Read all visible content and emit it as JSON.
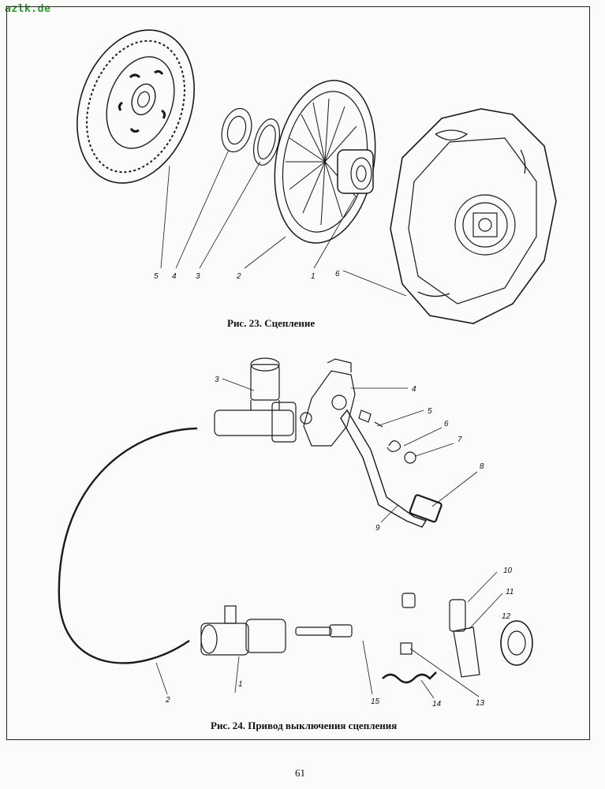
{
  "watermark": "azlk.de",
  "figure23": {
    "caption": "Рис. 23. Сцепление",
    "callouts": [
      "5",
      "4",
      "3",
      "2",
      "1",
      "6"
    ]
  },
  "figure24": {
    "caption": "Рис. 24. Привод выключения сцепления",
    "callouts": [
      "1",
      "2",
      "3",
      "4",
      "5",
      "6",
      "7",
      "8",
      "9",
      "10",
      "11",
      "12",
      "13",
      "14",
      "15"
    ]
  },
  "page_number": "61"
}
